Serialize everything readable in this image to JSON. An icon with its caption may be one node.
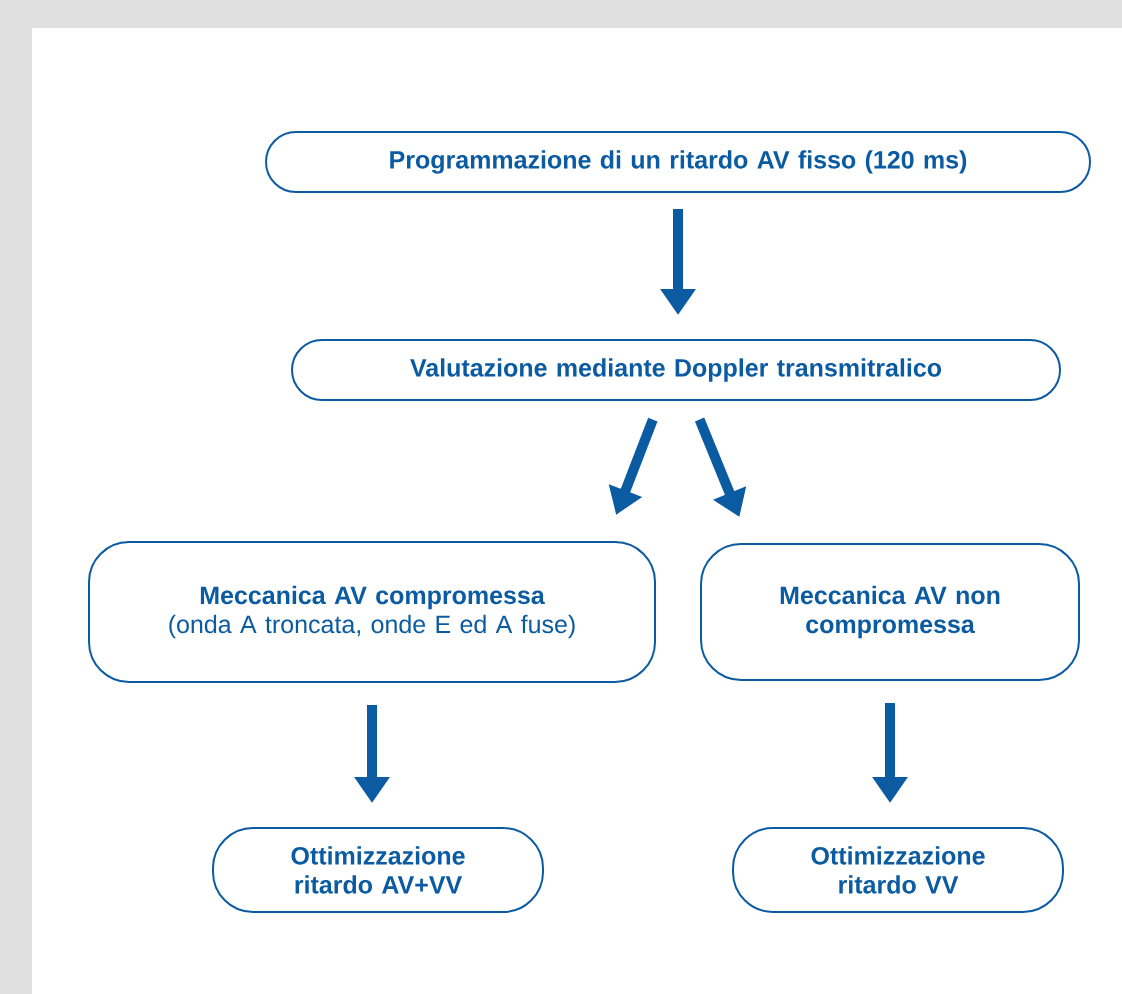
{
  "diagram": {
    "nodes": [
      {
        "text": [
          "Programmazione di un ritardo AV fisso (120 ms)"
        ]
      },
      {
        "text": [
          "Valutazione mediante Doppler transmitralico"
        ]
      },
      {
        "text": [
          "**Meccanica AV compromessa** (onda A troncata, onde E ed A fuse)"
        ]
      },
      {
        "text": [
          "Meccanica AV non compromessa"
        ]
      },
      {
        "text": [
          "Ottimizzazione ritardo AV+VV"
        ]
      },
      {
        "text": [
          "Ottimizzazione ritardo VV"
        ]
      }
    ],
    "edges": [
      {
        "from": 0,
        "to": 1,
        "arrow": "to"
      },
      {
        "from": 1,
        "to": 2,
        "arrow": "to"
      },
      {
        "from": 1,
        "to": 3,
        "arrow": "to"
      },
      {
        "from": 2,
        "to": 4,
        "arrow": "to"
      },
      {
        "from": 3,
        "to": 5,
        "arrow": "to"
      }
    ]
  }
}
